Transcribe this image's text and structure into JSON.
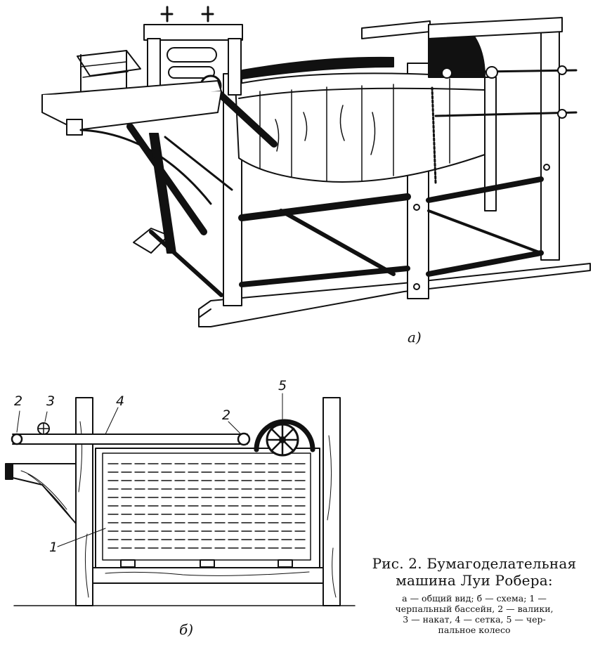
{
  "figure": {
    "panel_a_label": "а)",
    "panel_b_label": "б)",
    "callouts": [
      "2",
      "3",
      "4",
      "2",
      "5",
      "1"
    ]
  },
  "caption": {
    "title_line1": "Рис. 2. Бумагоделательная",
    "title_line2": "машина Луи Робера:",
    "legend_line1": "а — общий вид; б — схема; 1 —",
    "legend_line2": "черпальный бассейн, 2 — валики,",
    "legend_line3": "3 — накат, 4 — сетка, 5 — чер-",
    "legend_line4": "пальное колесо"
  }
}
